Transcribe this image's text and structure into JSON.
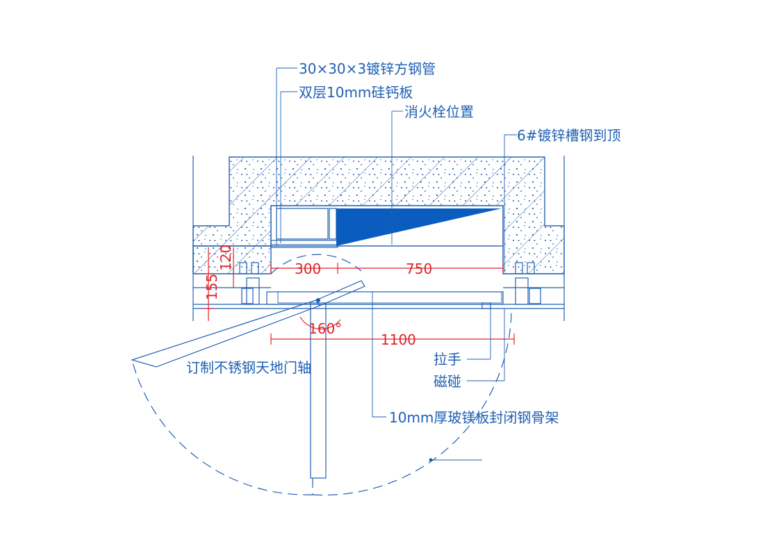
{
  "labels": {
    "steel_tube": "30×30×3镀锌方钢管",
    "calcium_board": "双层10mm硅钙板",
    "hydrant_position": "消火栓位置",
    "channel_steel": "6#镀锌槽钢到顶",
    "door_pivot": "订制不锈钢天地门轴",
    "handle": "拉手",
    "magnet": "磁碰",
    "mgo_board": "10mm厚玻镁板封闭钢骨架"
  },
  "dimensions": {
    "d300": "300",
    "d750": "750",
    "d1100": "1100",
    "d155": "155",
    "d120": "120",
    "angle": "160°"
  },
  "colors": {
    "line": "#1f5fb3",
    "dimension": "#e0242a",
    "fill": "#0a5cbf"
  }
}
